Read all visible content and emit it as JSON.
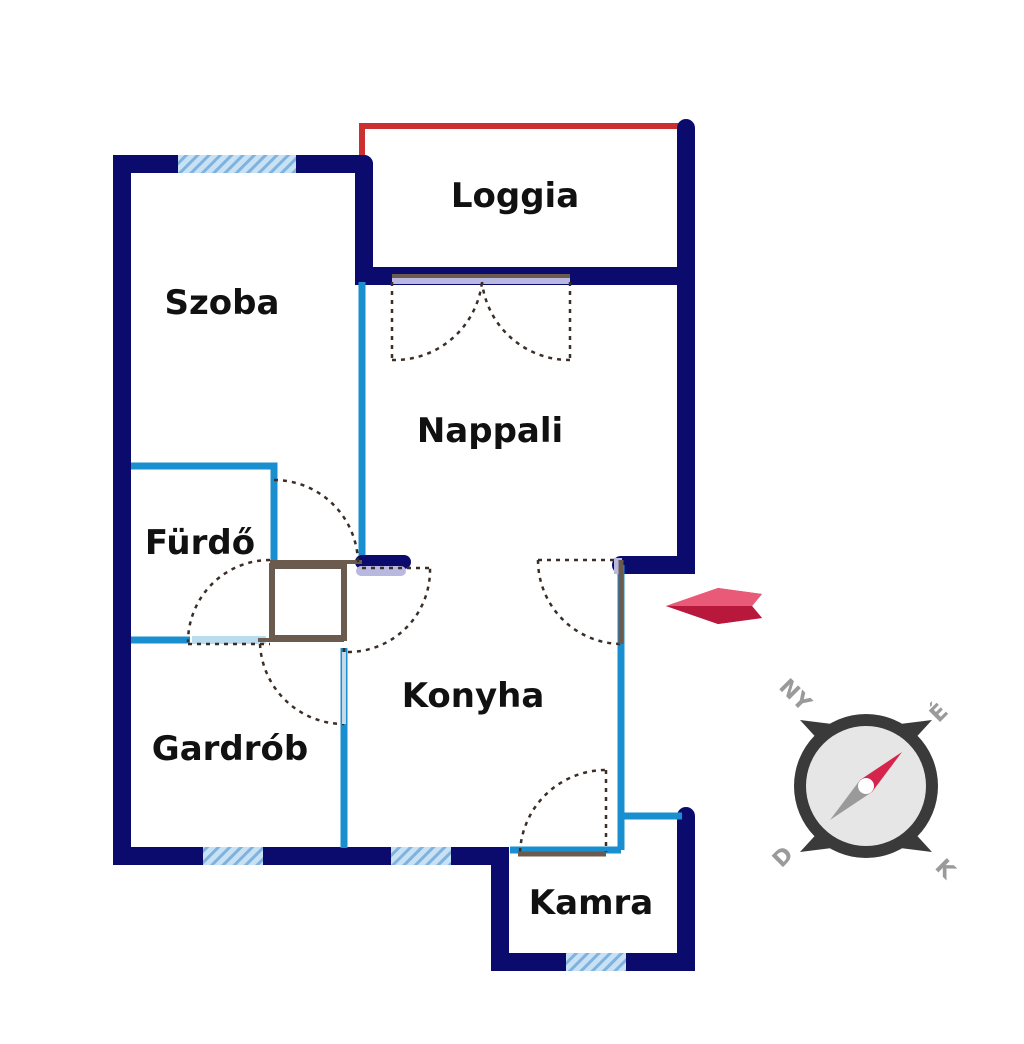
{
  "rooms": {
    "loggia": "Loggia",
    "szoba": "Szoba",
    "nappali": "Nappali",
    "furdo": "Fürdő",
    "konyha": "Konyha",
    "gardrob": "Gardrób",
    "kamra": "Kamra"
  },
  "compass": {
    "north_west": "NY",
    "east": "É",
    "south": "D",
    "west_k": "K"
  },
  "colors": {
    "exterior_wall": "#0b0b6e",
    "interior_wall": "#1a8fd0",
    "balcony_rail": "#cc2f2f",
    "window": "#9fc9ea",
    "door_frame": "#6b5a4e",
    "door_swing": "#3a2e27",
    "entrance_arrow": "#d6254d",
    "compass_ring": "#3a3a3a",
    "compass_face": "#e6e6e6",
    "needle_north": "#d6254d",
    "needle_south": "#9a9a9a"
  },
  "icons": {
    "entrance": "entrance-arrow-icon",
    "compass": "compass-icon"
  }
}
